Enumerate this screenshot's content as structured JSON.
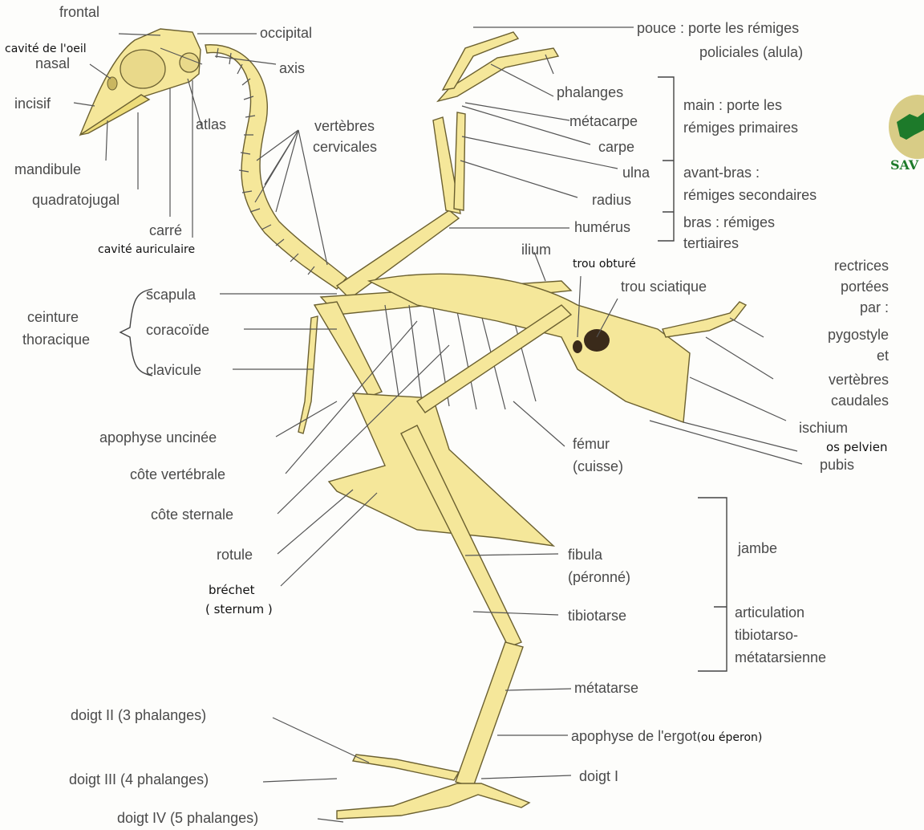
{
  "labels": {
    "frontal": "frontal",
    "occipital": "occipital",
    "cavite_oeil": "cavité de l'oeil",
    "nasal": "nasal",
    "axis": "axis",
    "incisif": "incisif",
    "atlas": "atlas",
    "vertebres_cervicales": [
      "vertèbres",
      "cervicales"
    ],
    "mandibule": "mandibule",
    "quadratojugal": "quadratojugal",
    "carre": "carré",
    "cavite_auriculaire": "cavité auriculaire",
    "pouce": [
      "pouce : porte les rémiges",
      "policiales (alula)"
    ],
    "phalanges": "phalanges",
    "metacarpe": "métacarpe",
    "carpe": "carpe",
    "ulna": "ulna",
    "radius": "radius",
    "humerus": "humérus",
    "main": [
      "main : porte les",
      "rémiges primaires"
    ],
    "avant_bras": [
      "avant-bras :",
      "rémiges secondaires"
    ],
    "bras": [
      "bras : rémiges",
      "tertiaires"
    ],
    "ilium": "ilium",
    "trou_obture": "trou obturé",
    "trou_sciatique": "trou sciatique",
    "rectrices": [
      "rectrices",
      "portées",
      "par :",
      "pygostyle",
      "et",
      "vertèbres",
      "caudales"
    ],
    "ischium": "ischium",
    "os_pelvien": "os pelvien",
    "pubis": "pubis",
    "scapula": "scapula",
    "coracoide": "coracoïde",
    "clavicule": "clavicule",
    "ceinture_thoracique": [
      "ceinture",
      "thoracique"
    ],
    "apophyse_uncinee": "apophyse uncinée",
    "cote_vertebrale": "côte vertébrale",
    "cote_sternale": "côte sternale",
    "rotule": "rotule",
    "brechet": [
      "bréchet",
      "( sternum )"
    ],
    "femur": [
      "fémur",
      "(cuisse)"
    ],
    "fibula": [
      "fibula",
      "(péronné)"
    ],
    "tibiotarse": "tibiotarse",
    "jambe": "jambe",
    "articulation": [
      "articulation",
      "tibiotarso-",
      "métatarsienne"
    ],
    "metatarse": "métatarse",
    "apophyse_ergot": "apophyse de l'ergot",
    "ou_eperon": "(ou éperon)",
    "doigt_I": "doigt I",
    "doigt_II": "doigt II (3 phalanges)",
    "doigt_III": "doigt III (4 phalanges)",
    "doigt_IV": "doigt IV (5 phalanges)"
  },
  "logo": {
    "text": "SAV",
    "color": "#1d7a2a"
  },
  "colors": {
    "bone": "#f5e79a",
    "outline": "#6b6030",
    "label": "#4a4a4a"
  }
}
